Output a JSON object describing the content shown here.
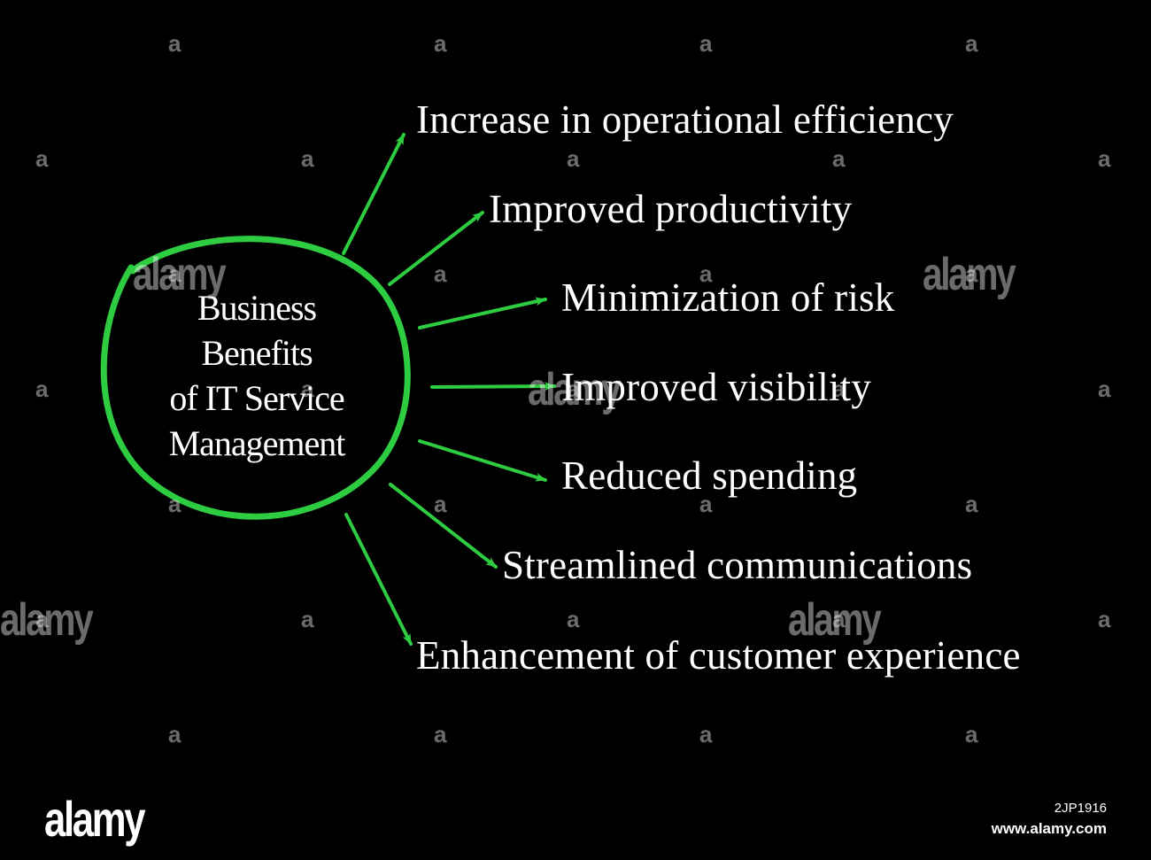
{
  "colors": {
    "background": "#000000",
    "accent_green": "#2ecc40",
    "text": "#ffffff"
  },
  "center": {
    "lines": [
      "Business",
      "Benefits",
      "of IT Service",
      "Management"
    ]
  },
  "benefits": [
    "Increase in operational efficiency",
    "Improved productivity",
    "Minimization of risk",
    "Improved visibility",
    "Reduced spending",
    "Streamlined communications",
    "Enhancement of customer experience"
  ],
  "watermark": {
    "brand": "alamy",
    "symbol": "a",
    "image_id": "2JP1916",
    "url": "www.alamy.com"
  }
}
